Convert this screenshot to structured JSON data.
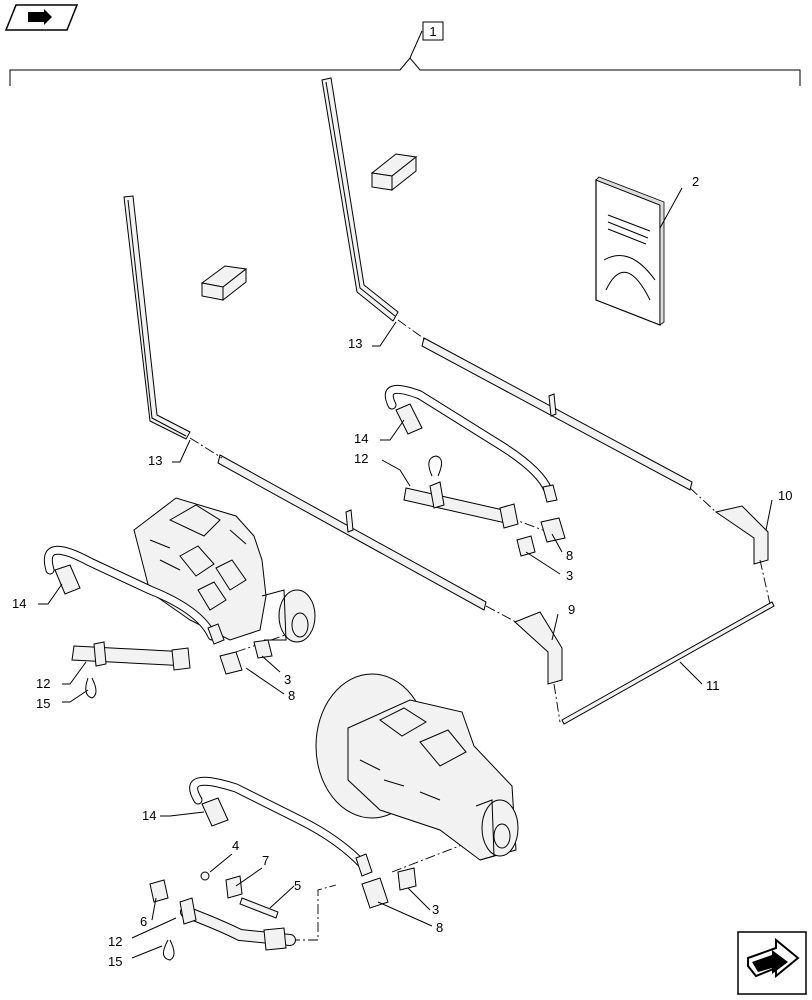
{
  "header": {
    "nav_icon": "book-with-arrow-icon",
    "assembly_ref": "1"
  },
  "footer": {
    "nav_icon": "next-arrow-icon"
  },
  "callouts": {
    "c2": "2",
    "c13a": "13",
    "c13b": "13",
    "c14a": "14",
    "c12a": "12",
    "c8a": "8",
    "c3a": "3",
    "c10": "10",
    "c14b": "14",
    "c9": "9",
    "c3b": "3",
    "c12b": "12",
    "c8b": "8",
    "c15a": "15",
    "c11": "11",
    "c14c": "14",
    "c4": "4",
    "c7": "7",
    "c5": "5",
    "c6": "6",
    "c3c": "3",
    "c12c": "12",
    "c8c": "8",
    "c15b": "15"
  },
  "colors": {
    "line": "#000000",
    "fill": "#f2f2f2",
    "background": "#ffffff"
  }
}
